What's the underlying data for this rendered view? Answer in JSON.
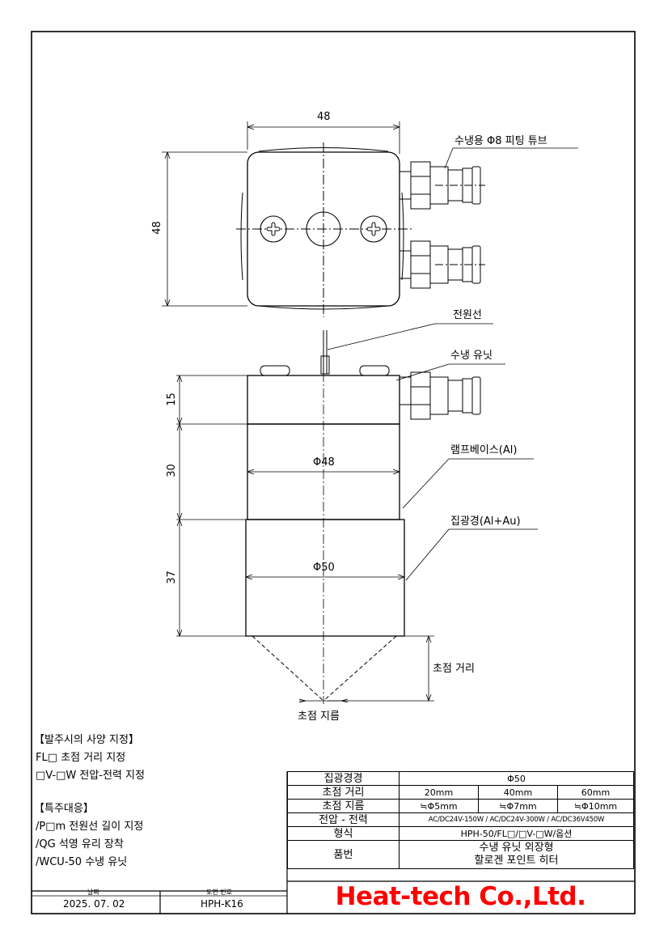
{
  "dimensions": {
    "top_width": "48",
    "top_height": "48",
    "d15": "15",
    "d30": "30",
    "d37": "37",
    "dia_body": "Φ48",
    "dia_lens": "Φ50"
  },
  "callouts": {
    "fitting_tube": "수냉용 Φ8 피팅 튜브",
    "power_cable": "전원선",
    "cooling_unit": "수냉 유닛",
    "lamp_base": "램프베이스(Al)",
    "reflector": "집광경(Al+Au)",
    "focal_distance": "초점 거리",
    "focal_diameter": "초점 지름"
  },
  "order_spec": {
    "title": "【발주시의 사양 지정】",
    "lines": [
      "FL□ 초점 거리 지정",
      "□V-□W 전압-전력 지정"
    ]
  },
  "special": {
    "title": "【특주대응】",
    "lines": [
      "/P□m 전원선 길이 지정",
      "/QG 석영 유리 장착",
      "/WCU-50 수냉 유닛"
    ]
  },
  "table": {
    "rows": [
      {
        "label": "집광경경",
        "cells": [
          "Φ50"
        ]
      },
      {
        "label": "초점 거리",
        "cells": [
          "20mm",
          "40mm",
          "60mm"
        ]
      },
      {
        "label": "초점 지름",
        "cells": [
          "≒Φ5mm",
          "≒Φ7mm",
          "≒Φ10mm"
        ]
      },
      {
        "label": "전압 - 전력",
        "cells": [
          "AC/DC24V-150W / AC/DC24V-300W / AC/DC36V450W"
        ]
      },
      {
        "label": "형식",
        "cells": [
          "HPH-50/FL□/□V-□W/옵션"
        ]
      },
      {
        "label": "품번",
        "cells": [
          "수냉 유닛 외장형",
          "할로겐 포인트 히터"
        ]
      }
    ]
  },
  "footer": {
    "date_label": "날짜",
    "date": "2025. 07. 02",
    "drawing_no_label": "도면 번호",
    "drawing_no": "HPH-K16",
    "company": "Heat-tech Co.,Ltd.",
    "company_color": "#ff0000"
  }
}
